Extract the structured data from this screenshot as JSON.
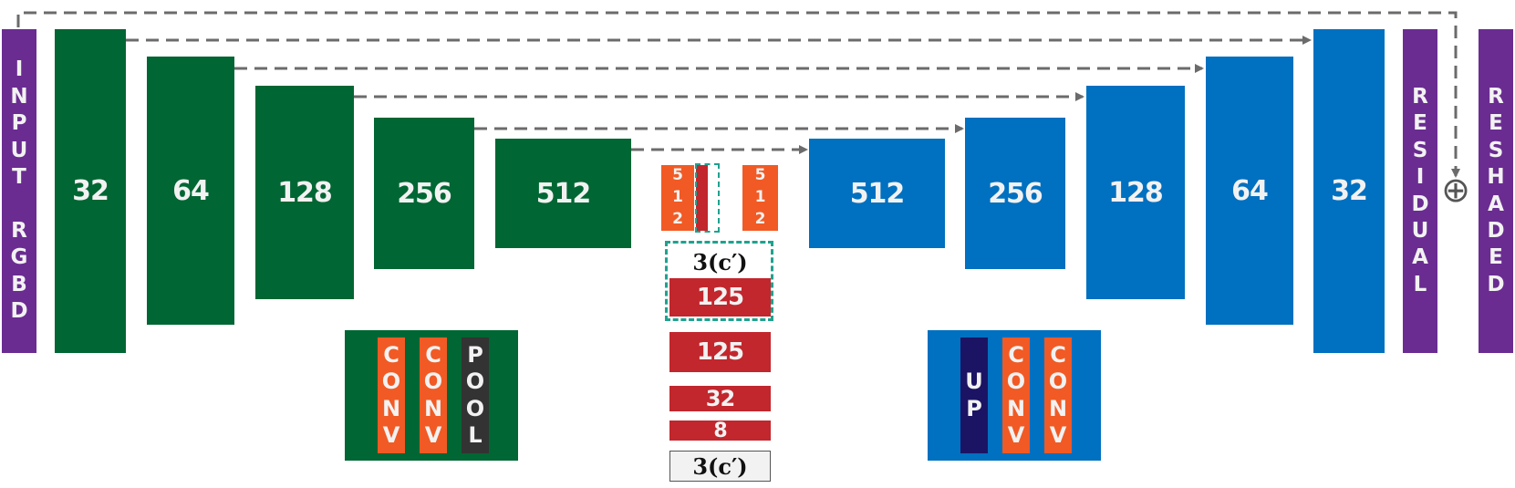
{
  "encoder": {
    "input_label": "INPUT RGBD",
    "channels": [
      "32",
      "64",
      "128",
      "256",
      "512"
    ]
  },
  "bottleneck": {
    "left_block": "512",
    "right_block": "512",
    "mlp": [
      "3(c′)",
      "125",
      "125",
      "32",
      "8",
      "3(c′)"
    ]
  },
  "decoder": {
    "channels": [
      "512",
      "256",
      "128",
      "64",
      "32"
    ],
    "residual_label": "RESIDUAL",
    "output_label": "RESHADED"
  },
  "legend_down": [
    "CONV",
    "CONV",
    "POOL"
  ],
  "legend_up": [
    "UP",
    "CONV",
    "CONV"
  ],
  "plus_symbol": "⊕",
  "colors": {
    "encoder": "#006633",
    "decoder": "#0070C0",
    "io": "#6A2C91",
    "conv": "#F15A24",
    "mlp": "#C1272D",
    "pool": "#333333",
    "up": "#1B1464",
    "arrow": "#6b6b6b",
    "highlight": "#1FA28F"
  }
}
